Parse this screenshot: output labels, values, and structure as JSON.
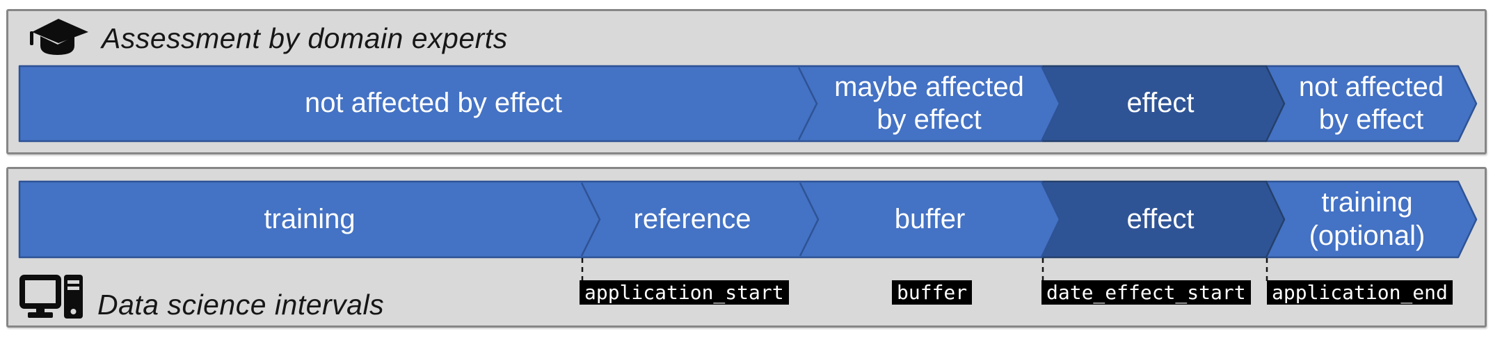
{
  "colors": {
    "segment_light": "#4472C4",
    "segment_dark": "#2F5496",
    "segment_stroke": "#2E5395",
    "segment_stroke_dark": "#24406B",
    "panel_bg": "#D9D9D9",
    "panel_border": "#868686",
    "label_bg": "#000000",
    "label_fg": "#FFFFFF"
  },
  "expert_panel": {
    "title": "Assessment by domain experts",
    "icon": "graduation-cap-icon",
    "segments": [
      {
        "label": "not affected by effect",
        "tone": "light"
      },
      {
        "label": "maybe affected\nby effect",
        "tone": "light"
      },
      {
        "label": "effect",
        "tone": "dark"
      },
      {
        "label": "not affected\nby effect",
        "tone": "light"
      }
    ]
  },
  "ds_panel": {
    "title": "Data science intervals",
    "icon": "computer-icon",
    "segments": [
      {
        "label": "training",
        "tone": "light"
      },
      {
        "label": "reference",
        "tone": "light"
      },
      {
        "label": "buffer",
        "tone": "light"
      },
      {
        "label": "effect",
        "tone": "dark"
      },
      {
        "label": "training\n(optional)",
        "tone": "light"
      }
    ],
    "markers": [
      {
        "label": "application_start",
        "has_dash": true
      },
      {
        "label": "buffer",
        "has_dash": false
      },
      {
        "label": "date_effect_start",
        "has_dash": true
      },
      {
        "label": "application_end",
        "has_dash": true
      }
    ]
  }
}
